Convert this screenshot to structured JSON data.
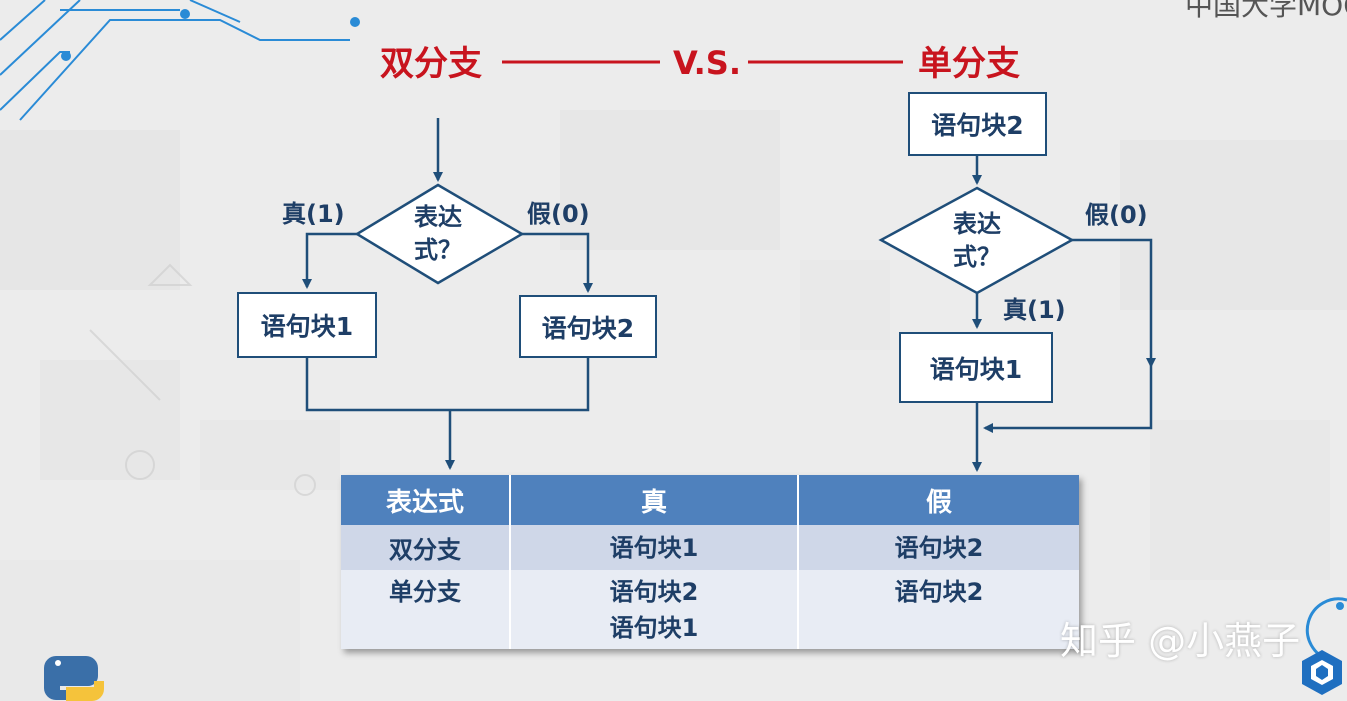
{
  "header": {
    "left_title": "双分支",
    "vs": "V.S.",
    "right_title": "单分支",
    "brand": "中国大学MOOC"
  },
  "double_branch": {
    "condition_line1": "表达",
    "condition_line2": "式？",
    "true_label": "真(1)",
    "false_label": "假(0)",
    "block_true": "语句块1",
    "block_false": "语句块2"
  },
  "single_branch": {
    "block_before": "语句块2",
    "condition_line1": "表达",
    "condition_line2": "式？",
    "false_label": "假(0)",
    "true_label": "真(1)",
    "block_true": "语句块1"
  },
  "table": {
    "headers": [
      "表达式",
      "真",
      "假"
    ],
    "rows": [
      {
        "name": "双分支",
        "true_cell": [
          "语句块1"
        ],
        "false_cell": [
          "语句块2"
        ]
      },
      {
        "name": "单分支",
        "true_cell": [
          "语句块2",
          "语句块1"
        ],
        "false_cell": [
          "语句块2"
        ]
      }
    ]
  },
  "watermark": "知乎 @小燕子",
  "colors": {
    "title_red": "#c8141e",
    "flow_blue": "#1f4e79",
    "header_blue": "#4f81bd",
    "row1_bg": "#cfd7e8",
    "row2_bg": "#e8ecf4"
  },
  "icons": [
    "python-logo-icon",
    "hexagon-logo-icon",
    "circuit-decoration-icon"
  ]
}
